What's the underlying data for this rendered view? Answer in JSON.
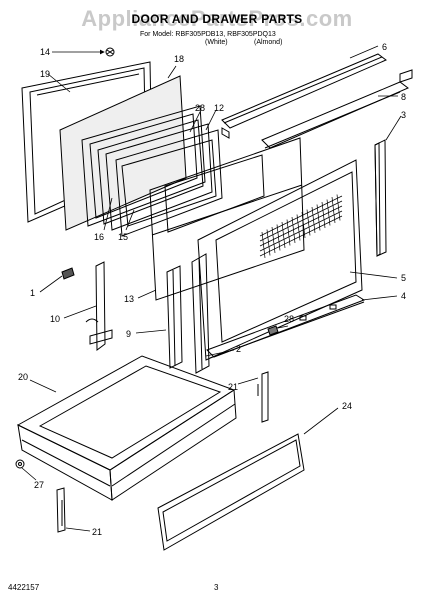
{
  "watermark": "AppliancePartsPros.com",
  "title": "DOOR AND DRAWER PARTS",
  "subtitle": {
    "models": "For Model: RBF305PDB13, RBF305PDQ13",
    "colors_left": "(White)",
    "colors_right": "(Almond)"
  },
  "footer": {
    "part_code": "4422157",
    "page": "3"
  },
  "callouts": [
    {
      "id": "c-14",
      "label": "14"
    },
    {
      "id": "c-19",
      "label": "19"
    },
    {
      "id": "c-18",
      "label": "18"
    },
    {
      "id": "c-28a",
      "label": "28"
    },
    {
      "id": "c-12",
      "label": "12"
    },
    {
      "id": "c-16",
      "label": "16"
    },
    {
      "id": "c-15",
      "label": "15"
    },
    {
      "id": "c-6",
      "label": "6"
    },
    {
      "id": "c-8",
      "label": "8"
    },
    {
      "id": "c-3",
      "label": "3"
    },
    {
      "id": "c-5",
      "label": "5"
    },
    {
      "id": "c-4",
      "label": "4"
    },
    {
      "id": "c-1",
      "label": "1"
    },
    {
      "id": "c-10",
      "label": "10"
    },
    {
      "id": "c-13",
      "label": "13"
    },
    {
      "id": "c-9",
      "label": "9"
    },
    {
      "id": "c-2",
      "label": "2"
    },
    {
      "id": "c-28b",
      "label": "28"
    },
    {
      "id": "c-21a",
      "label": "21"
    },
    {
      "id": "c-20",
      "label": "20"
    },
    {
      "id": "c-24",
      "label": "24"
    },
    {
      "id": "c-27",
      "label": "27"
    },
    {
      "id": "c-21b",
      "label": "21"
    }
  ]
}
